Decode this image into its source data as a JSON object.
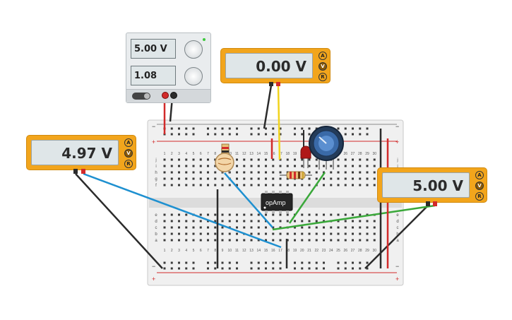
{
  "power_supply": {
    "voltage": "5.00 V",
    "current": "1.08 mA"
  },
  "multimeter_left": {
    "reading": "4.97 V",
    "modes": [
      "A",
      "V",
      "R"
    ],
    "active_mode": "V"
  },
  "multimeter_top": {
    "reading": "0.00 V",
    "modes": [
      "A",
      "V",
      "R"
    ],
    "active_mode": "V"
  },
  "multimeter_right": {
    "reading": "5.00 V",
    "modes": [
      "A",
      "V",
      "R"
    ],
    "active_mode": "V"
  },
  "ic": {
    "label": "opAmp"
  },
  "breadboard": {
    "row_letters_top": [
      "j",
      "i",
      "h",
      "g",
      "f"
    ],
    "row_letters_bottom": [
      "e",
      "d",
      "c",
      "b",
      "a"
    ],
    "rail_plus": "+",
    "rail_minus": "−",
    "column_numbers": [
      "1",
      "2",
      "3",
      "4",
      "5",
      "6",
      "7",
      "8",
      "9",
      "10",
      "11",
      "12",
      "13",
      "14",
      "15",
      "16",
      "17",
      "18",
      "19",
      "20",
      "21",
      "22",
      "23",
      "24",
      "25",
      "26",
      "27",
      "28",
      "29",
      "30"
    ]
  },
  "colors": {
    "wire_red": "#d22a2a",
    "wire_black": "#2b2b2b",
    "wire_blue": "#1e90d0",
    "wire_green": "#3aa83a",
    "wire_yellow": "#f1d31c",
    "meter_orange": "#f2a51c"
  }
}
